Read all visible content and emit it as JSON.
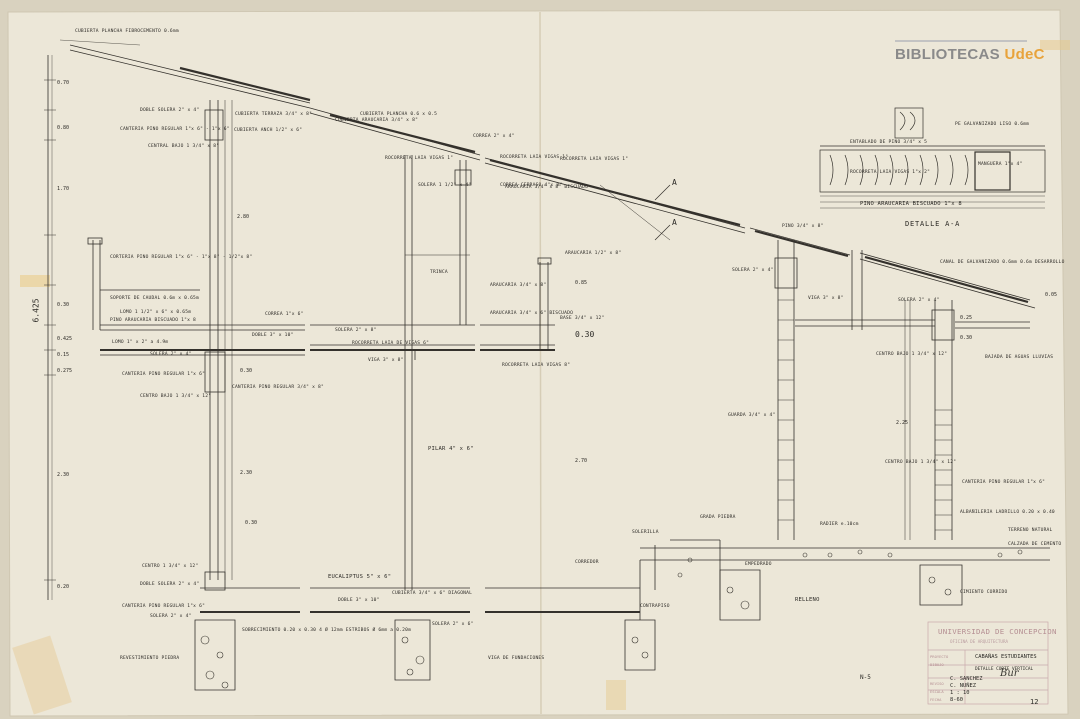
{
  "watermark": {
    "part1": "BIBLIOTECAS",
    "part2": "UdeC"
  },
  "colors": {
    "paper": "#ece7d8",
    "ink": "#2c2a26",
    "stamp": "#b58f93",
    "brand_gray": "#8a8a8a",
    "brand_orange": "#e8a33b",
    "background": "#d9d2bf"
  },
  "detail": {
    "title": "DETALLE A-A",
    "wood_label": "PINO ARAUCARIA BISCUADO 1\"x 8",
    "sheet_label": "PE GALVANIZADO LISO 0.6mm",
    "purlin_label": "ENTABLADO DE PINO 3/4\" x 5",
    "board_label": "ROCORRETA LAIA VIGAS 1\"x 2\"",
    "bracket_label": "MANGUERA 1\"x 4\""
  },
  "left_labels": [
    "CUBIERTA PLANCHA FIBROCEMENTO 0.6mm",
    "DOBLE SOLERA 2\" x 4\"",
    "CANTERIA PINO REGULAR 1\"x 6\" - 1\"x 6\"",
    "CUBIERTA TERRAZA 3/4\" x 8\"",
    "CENTRAL BAJO 1 3/4\" x 8\"",
    "CUBIERTA ANCH 1/2\" x 6\"",
    "CORTERIA PINO REGULAR 1\"x 6\" - 1\"x 8\" - 1/2\"x 8\"",
    "SOPORTE DE CAUDAL 0.6m x 0.65m",
    "LOMO 1 1/2\" x 6\" x 0.65m",
    "LOMO 1\" x 2\" a 4.9m",
    "PINO ARAUCARIA BISCUADO 1\"x 8",
    "SOLERA 2\" x 4\"",
    "CANTERIA PINO REGULAR 1\"x 6\"",
    "CANTERIA PINO REGULAR 3/4\" x 8\"",
    "CENTRO BAJO 1 3/4\" x 12\"",
    "CENTRO 1 3/4\" x 12\"",
    "DOBLE SOLERA 2\" x 4\"",
    "CANTERIA PINO REGULAR 1\"x 6\"",
    "SOLERA 2\" x 4\"",
    "REVESTIMIENTO PIEDRA"
  ],
  "mid_labels": [
    "CUBIERTA PLANCHA 0.6 x 0.5",
    "CUBIERTA ARAUCARIA 3/4\" x 8\"",
    "ROCORRETA LAIA VIGAS 1\"",
    "ROCORRETA LAIA VIGAS 1\"",
    "SOLERA 1 1/2\" x 4\"",
    "CORREA 2\" x 4\"",
    "ROCORRETA LAIA VIGAS 1\"",
    "TRINCA",
    "CORREA CEBRASO 4\"x 8\"",
    "CORREA 1\"x 6\"",
    "DOBLE 3\" x 10\"",
    "SOLERA 2\" x 8\"",
    "VIGA 3\" x 8\"",
    "ROCORRETA LAIA DE VIGAS 6\"",
    "PILAR 4\" x 6\"",
    "EUCALIPTUS 5\" x 6\"",
    "DOBLE 3\" x 10\"",
    "CUBIERTA 3/4\" x 6\" DIAGONAL",
    "SOLERA 2\" x 6\"",
    "SOBRECIMIENTO 0.20 x 0.30 4 Ø 12mm ESTRIBOS Ø 6mm a 0.20m",
    "VIGA DE FUNDACIONES"
  ],
  "right_labels": [
    "PINO 3/4\" x 8\"",
    "ARAUCARIA 3/4\" x 8\" BISCUADO",
    "ARAUCARIA 1/2\" x 8\"",
    "ARAUCARIA 3/4\" x 8\"",
    "ARAUCARIA 3/4\" x 6\" BISCUADO",
    "BASE 3/4\" x 12\"",
    "ROCORRETA LAIA VIGAS 8\"",
    "SOLERA 2\" x 4\"",
    "VIGA 3\" x 8\"",
    "CANAL DE GALVANIZADO 0.6mm 0.6m DESARROLLO",
    "BAJADA DE AGUAS LLUVIAS",
    "SOLERA 2\" x 4\"",
    "CENTRO BAJO 1 3/4\" x 12\"",
    "GUARDA 3/4\" x 4\"",
    "CENTRO BAJO 1 3/4\" x 12\"",
    "CANTERIA PINO REGULAR 1\"x 6\"",
    "ALBAÑILERIA LADRILLO 0.20 x 0.40",
    "TERRENO NATURAL",
    "CALZADA DE CEMENTO",
    "RADIER e.10cm",
    "RELLENO",
    "EMPEDRADO",
    "CIMIENTO CORRIDO",
    "GRADA PIEDRA",
    "SOLERILLA",
    "CORREDOR",
    "CONTRAPISO"
  ],
  "dimensions": {
    "left": [
      "0.70",
      "0.80",
      "1.70",
      "0.30",
      "0.425",
      "0.15",
      "0.275",
      "2.30",
      "0.20"
    ],
    "level": "6.425",
    "mid": [
      "2.80",
      "2.30",
      "0.30",
      "0.30",
      "0.85",
      "2.70",
      "0.30"
    ],
    "right": [
      "2.25",
      "0.25",
      "0.30",
      "0.05"
    ]
  },
  "section_markers": [
    "A",
    "A"
  ],
  "stamp": {
    "university": "UNIVERSIDAD DE CONCEPCION",
    "office": "OFICINA DE ARQUITECTURA"
  },
  "title_block": {
    "project": "CABAÑAS ESTUDIANTES",
    "sheet": "DETALLE CORTE VERTICAL",
    "labels": [
      "PROYECTO",
      "DIBUJO",
      "REVISO",
      "ESCALA",
      "FECHA"
    ],
    "names": [
      "C. SANCHEZ",
      "C. NUÑEZ"
    ],
    "scale": "1 : 10",
    "date": "8-60",
    "number": "12"
  },
  "corner_note": "N-5"
}
